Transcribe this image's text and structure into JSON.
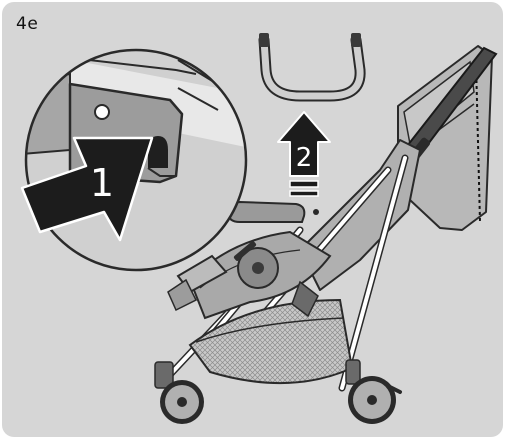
{
  "step": {
    "label": "4e"
  },
  "detail_view": {
    "step_number": "1",
    "action": "press"
  },
  "removal": {
    "step_number": "2",
    "action": "lift bumper bar"
  },
  "icons": [
    "press-arrow-icon",
    "lift-arrow-icon",
    "bumper-bar-icon",
    "stroller-icon"
  ],
  "colors": {
    "background": "#d6d6d6",
    "fabric": "#b4b4b4",
    "dark": "#3a3a3a",
    "frame": "#ffffff"
  }
}
